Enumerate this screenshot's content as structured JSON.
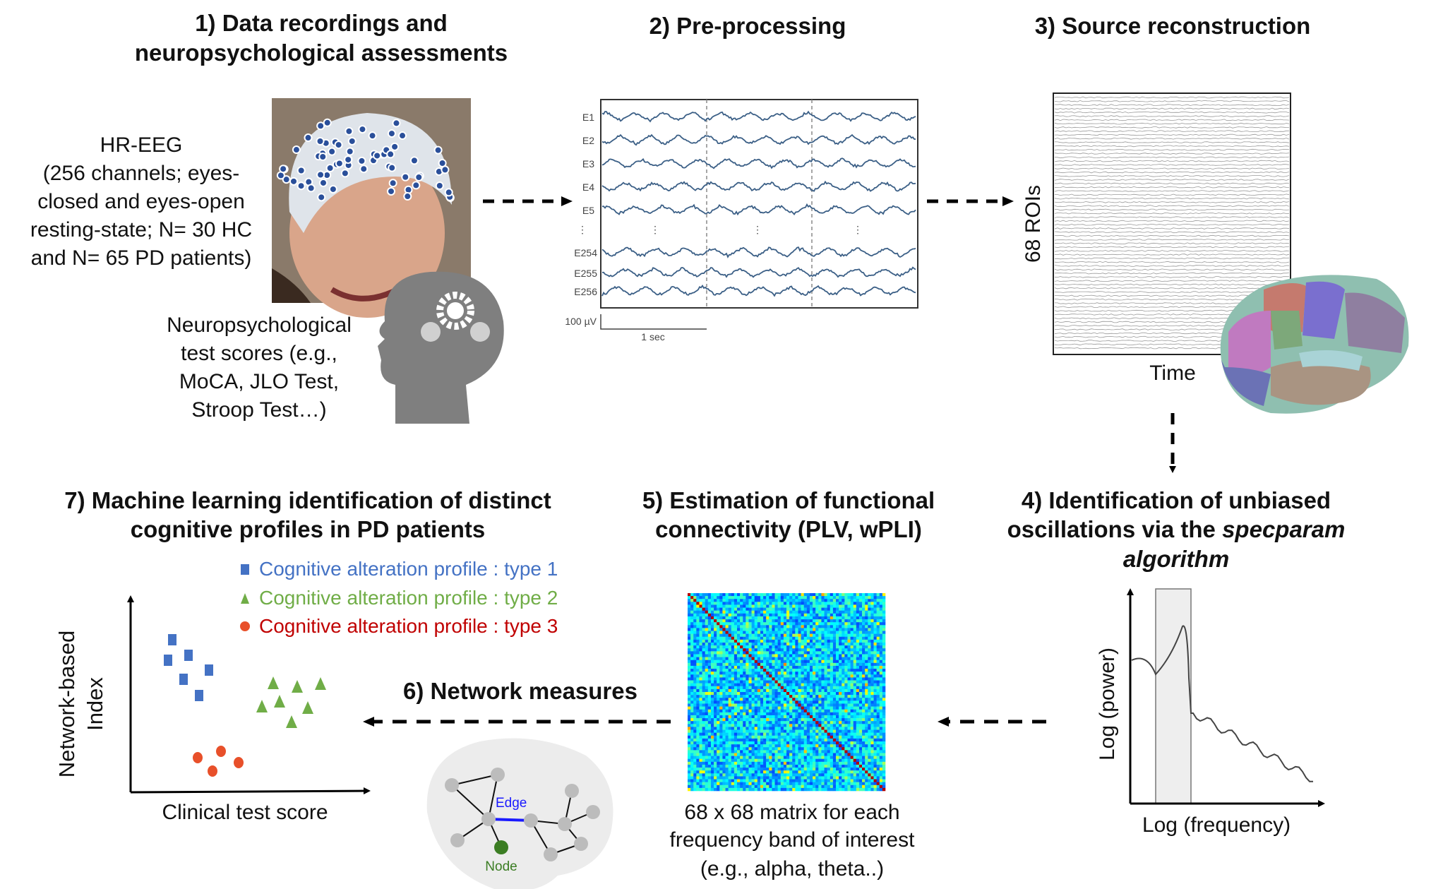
{
  "steps": {
    "s1": {
      "title_line1": "1) Data recordings and",
      "title_line2": "neuropsychological  assessments"
    },
    "s2": {
      "title": "2) Pre-processing"
    },
    "s3": {
      "title": "3) Source reconstruction"
    },
    "s4": {
      "title_line1": "4) Identification of unbiased",
      "title_line2_plain": "oscillations via the ",
      "title_line2_italic": "specparam",
      "title_line3_italic": "algorithm"
    },
    "s5": {
      "title_line1": "5) Estimation of functional",
      "title_line2": "connectivity  (PLV, wPLI)"
    },
    "s6": {
      "title": "6) Network measures"
    },
    "s7": {
      "title_line1": "7) Machine learning identification of distinct",
      "title_line2": "cognitive profiles in PD patients"
    }
  },
  "recording": {
    "lines": [
      "HR-EEG",
      "(256 channels; eyes-",
      "closed and eyes-open",
      "resting-state; N= 30 HC",
      "and N= 65 PD patients)"
    ],
    "neuro_lines": [
      "Neuropsychological",
      "test scores (e.g.,",
      "MoCA, JLO Test,",
      "Stroop Test…)"
    ]
  },
  "eeg": {
    "channels": [
      "E1",
      "E2",
      "E3",
      "E4",
      "E5",
      "⋮",
      "E254",
      "E255",
      "E256"
    ],
    "scale_amplitude": "100 µV",
    "scale_time": "1 sec",
    "trace_color": "#3b5f86"
  },
  "source": {
    "ylabel": "68 ROIs",
    "xlabel": "Time"
  },
  "spectrum": {
    "ylabel": "Log (power)",
    "xlabel": "Log (frequency)"
  },
  "matrix": {
    "caption": [
      "68 x 68 matrix for each",
      "frequency band of interest",
      "(e.g., alpha, theta..)"
    ]
  },
  "network": {
    "edge_label": "Edge",
    "node_label": "Node",
    "edge_color": "#1a1aff",
    "node_color": "#3b7d23"
  },
  "ml": {
    "legend": [
      {
        "marker": "square",
        "label": "Cognitive  alteration  profile  : type  1",
        "color": "#4472c4"
      },
      {
        "marker": "triangle",
        "label": "Cognitive  alteration  profile  : type  2",
        "color": "#70ad47"
      },
      {
        "marker": "circle",
        "label": "Cognitive  alteration  profile  : type  3",
        "color": "#c00000"
      }
    ],
    "ylabel_line1": "Network-based",
    "ylabel_line2": "Index",
    "xlabel": "Clinical test score",
    "marker_colors": {
      "square": "#4472c4",
      "triangle": "#70ad47",
      "circle": "#e8502a"
    }
  }
}
